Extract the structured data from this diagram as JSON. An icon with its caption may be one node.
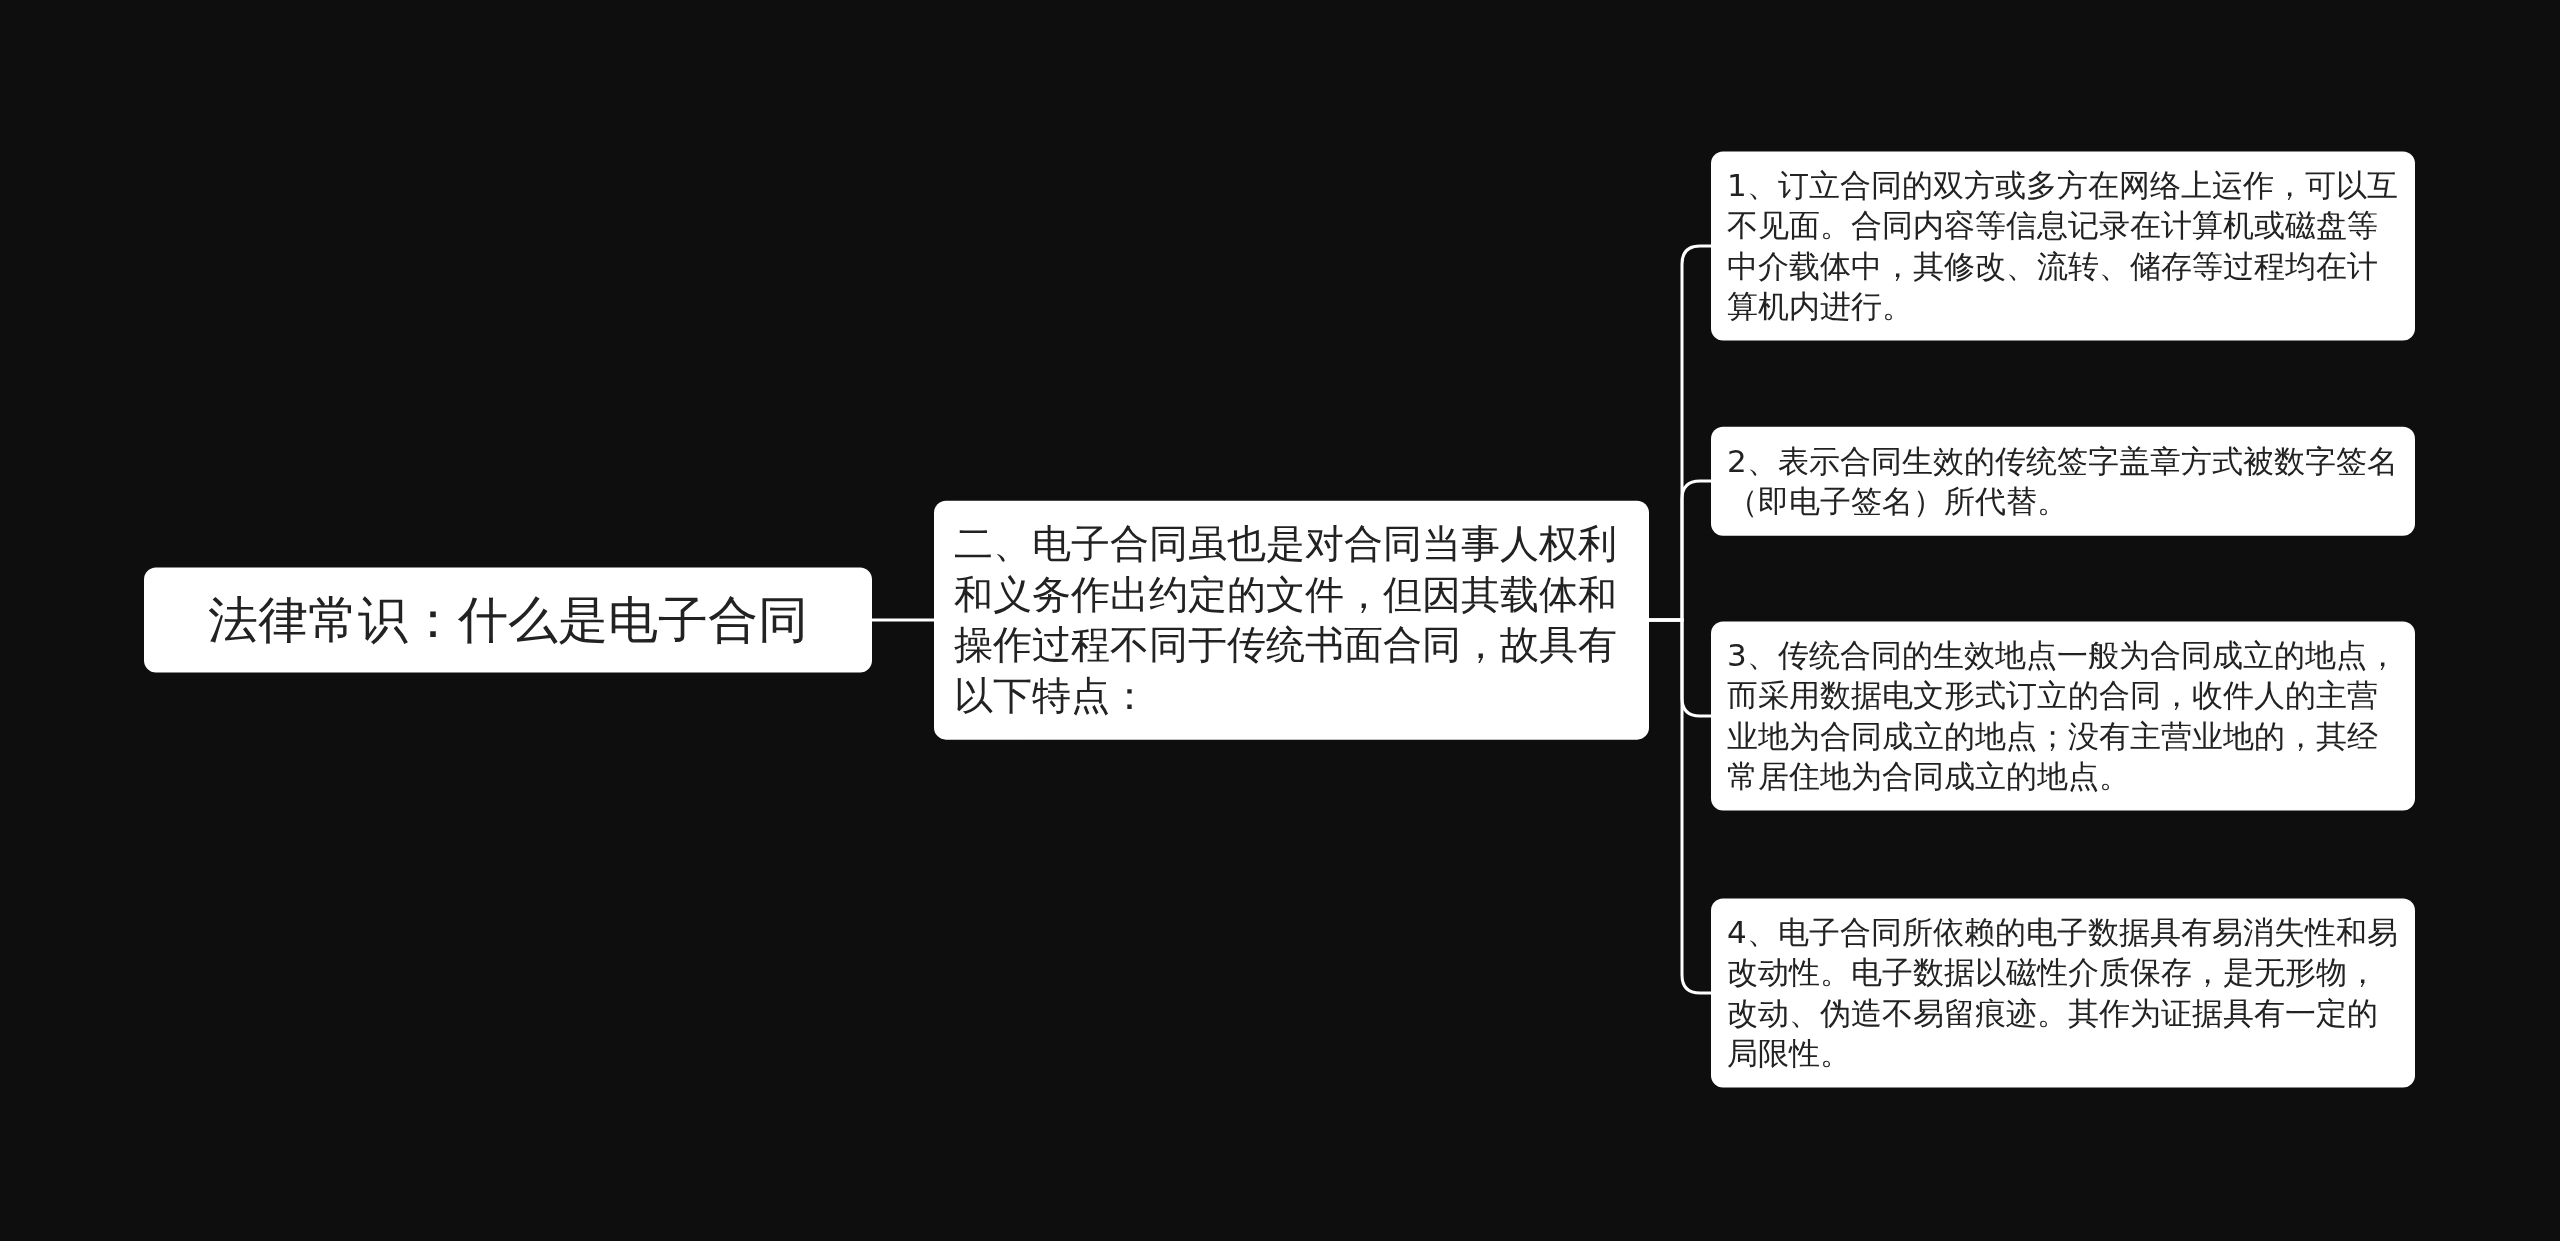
{
  "diagram": {
    "nodes": [
      {
        "text": [
          "法律常识：什么是电子合同"
        ]
      },
      {
        "text": [
          "二、电子合同虽也是对合同当事人权利和义务作出约定的文件，但因其载体和操作过程不同于传统书面合同，故具有以下特点："
        ]
      },
      {
        "text": [
          "1、订立合同的双方或多方在网络上运作，可以互不见面。合同内容等信息记录在计算机或磁盘等中介载体中，其修改、流转、储存等过程均在计算机内进行。"
        ]
      },
      {
        "text": [
          "2、表示合同生效的传统签字盖章方式被数字签名（即电子签名）所代替。"
        ]
      },
      {
        "text": [
          "3、传统合同的生效地点一般为合同成立的地点，而采用数据电文形式订立的合同，收件人的主营业地为合同成立的地点；没有主营业地的，其经常居住地为合同成立的地点。"
        ]
      },
      {
        "text": [
          "4、电子合同所依赖的电子数据具有易消失性和易改动性。电子数据以磁性介质保存，是无形物，改动、伪造不易留痕迹。其作为证据具有一定的局限性。"
        ]
      }
    ],
    "edges": [
      {
        "from": 0,
        "to": 1,
        "arrow": "none"
      },
      {
        "from": 1,
        "to": 2,
        "arrow": "none"
      },
      {
        "from": 1,
        "to": 3,
        "arrow": "none"
      },
      {
        "from": 1,
        "to": 4,
        "arrow": "none"
      },
      {
        "from": 1,
        "to": 5,
        "arrow": "none"
      }
    ]
  }
}
